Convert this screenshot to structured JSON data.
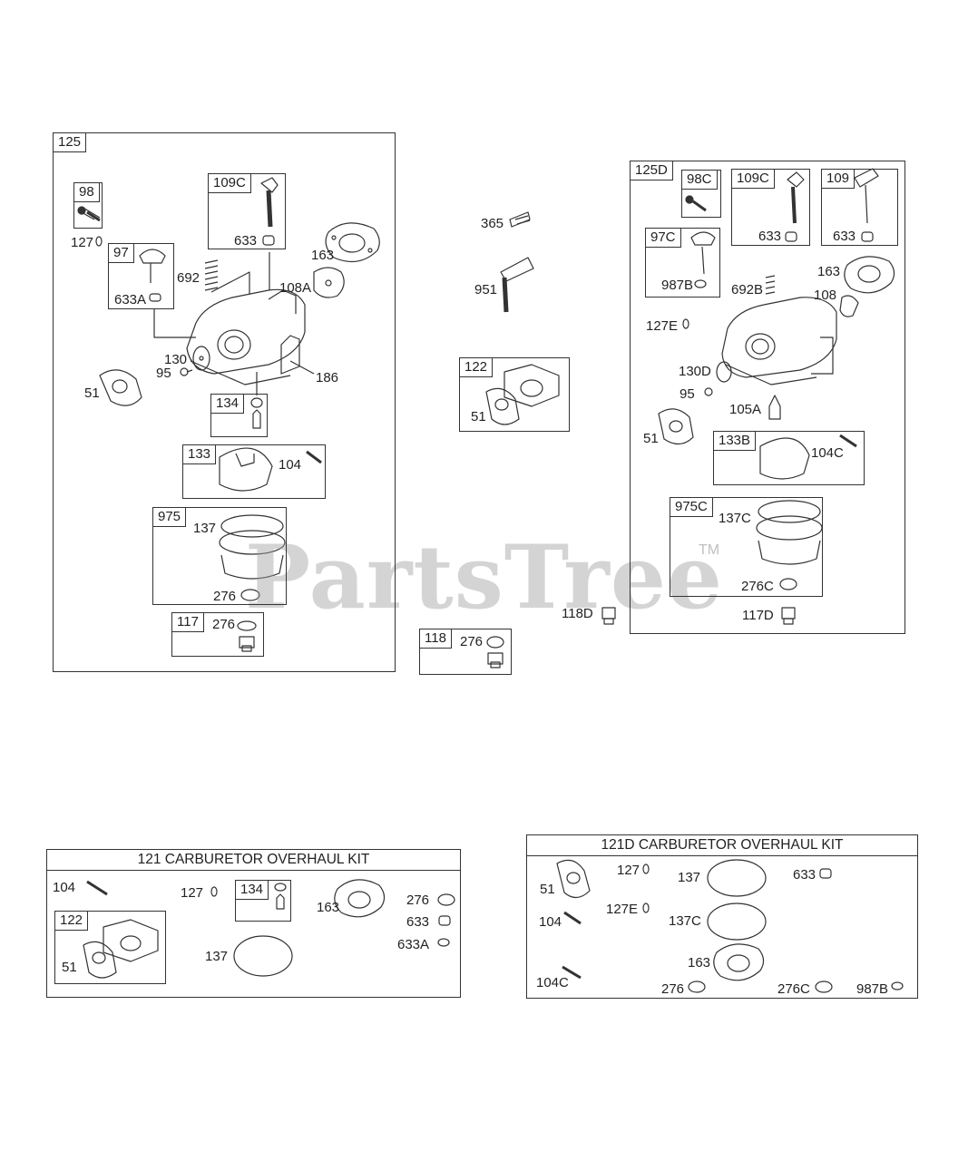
{
  "watermark": {
    "text": "PartsTree",
    "tm": "TM"
  },
  "left_assembly": {
    "tag": "125",
    "sub98": {
      "tag": "98"
    },
    "sub109c": {
      "tag": "109C",
      "l633": "633"
    },
    "sub97": {
      "tag": "97",
      "l633a": "633A"
    },
    "sub134": {
      "tag": "134"
    },
    "sub133": {
      "tag": "133",
      "l104": "104"
    },
    "sub975": {
      "tag": "975",
      "l137": "137",
      "l276": "276"
    },
    "sub117": {
      "tag": "117",
      "l276": "276"
    },
    "labels": {
      "l127": "127",
      "l692": "692",
      "l163": "163",
      "l108a": "108A",
      "l130": "130",
      "l95": "95",
      "l186": "186",
      "l51": "51"
    }
  },
  "middle": {
    "l365": "365",
    "l951": "951",
    "sub122": {
      "tag": "122",
      "l51": "51"
    },
    "l118d": "118D",
    "sub118": {
      "tag": "118",
      "l276": "276"
    }
  },
  "right_assembly": {
    "tag": "125D",
    "sub98c": {
      "tag": "98C"
    },
    "sub109c": {
      "tag": "109C",
      "l633": "633"
    },
    "sub109": {
      "tag": "109",
      "l633": "633"
    },
    "sub97c": {
      "tag": "97C",
      "l987b": "987B"
    },
    "sub133b": {
      "tag": "133B",
      "l104c": "104C"
    },
    "sub975c": {
      "tag": "975C",
      "l137c": "137C",
      "l276c": "276C"
    },
    "labels": {
      "l692b": "692B",
      "l163": "163",
      "l108": "108",
      "l127e": "127E",
      "l130d": "130D",
      "l95": "95",
      "l105a": "105A",
      "l51": "51",
      "l117d": "117D"
    }
  },
  "kit121": {
    "title": "121 CARBURETOR OVERHAUL KIT",
    "l104": "104",
    "l127": "127",
    "sub134": {
      "tag": "134"
    },
    "l163": "163",
    "l276": "276",
    "l633": "633",
    "l633a": "633A",
    "l137": "137",
    "sub122": {
      "tag": "122",
      "l51": "51"
    }
  },
  "kit121d": {
    "title": "121D CARBURETOR OVERHAUL KIT",
    "l51": "51",
    "l127": "127",
    "l137": "137",
    "l633": "633",
    "l104": "104",
    "l127e": "127E",
    "l137c": "137C",
    "l163": "163",
    "l104c": "104C",
    "l276": "276",
    "l276c": "276C",
    "l987b": "987B"
  }
}
